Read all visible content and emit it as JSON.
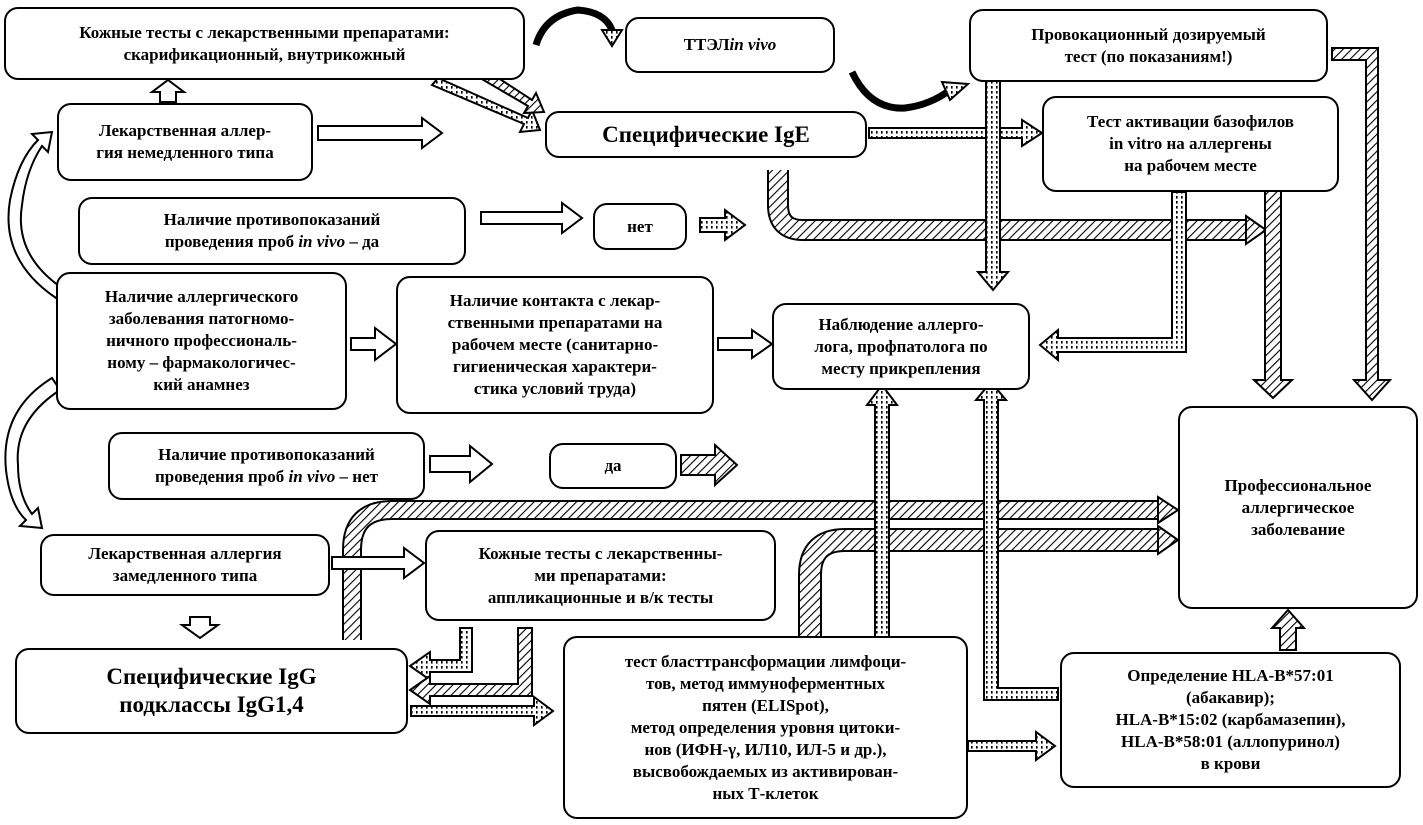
{
  "boxes": {
    "skin_tests_top": "Кожные тесты с лекарственными препаратами:\nскарификационный, внутрикожный",
    "ttel_prefix": "ТТЭЛ ",
    "ttel_italic": "in vivo",
    "provocation": "Провокационный дозируемый\nтест (по показаниям!)",
    "immediate_allergy": "Лекарственная аллер-\nгия немедленного типа",
    "specific_ige": "Специфические IgE",
    "basophil": "Тест активации базофилов\nin vitro на аллергены\nна рабочем месте",
    "contra_yes_line1": "Наличие противопоказаний",
    "contra_yes_pre": "проведения проб ",
    "contra_yes_italic": "in vivo",
    "contra_yes_post": " – да",
    "no": "нет",
    "anamnesis": "Наличие аллергического\nзаболевания патогномо-\nничного профессиональ-\nному – фармакологичес-\nкий анамнез",
    "contact": "Наличие контакта с лекар-\nственными препаратами на\nрабочем месте (санитарно-\nгигиеническая характери-\nстика условий труда)",
    "observation": "Наблюдение аллерго-\nлога, профпатолога по\nместу прикрепления",
    "contra_no_line1": "Наличие противопоказаний",
    "contra_no_pre": "проведения проб ",
    "contra_no_italic": "in vivo",
    "contra_no_post": " – нет",
    "yes": "да",
    "professional_disease": "Профессиональное\nаллергическое\nзаболевание",
    "delayed_allergy": "Лекарственная аллергия\nзамедленного типа",
    "skin_tests_app": "Кожные тесты с лекарственны-\nми препаратами:\nаппликационные и в/к тесты",
    "specific_igg": "Специфические IgG\nподклассы IgG1,4",
    "lymph_tests": "тест бласттрансформации лимфоци-\nтов, метод иммуноферментных\nпятен (ELISpot),\nметод определения уровня цитоки-\nнов (ИФН-γ, ИЛ10, ИЛ-5 и др.),\nвысвобождаемых из активирован-\nных Т-клеток",
    "hla": "Определение HLA-B*57:01\n(абакавир);\nHLA-B*15:02 (карбамазепин),\nHLA-B*58:01 (аллопуринол)\nв крови"
  }
}
